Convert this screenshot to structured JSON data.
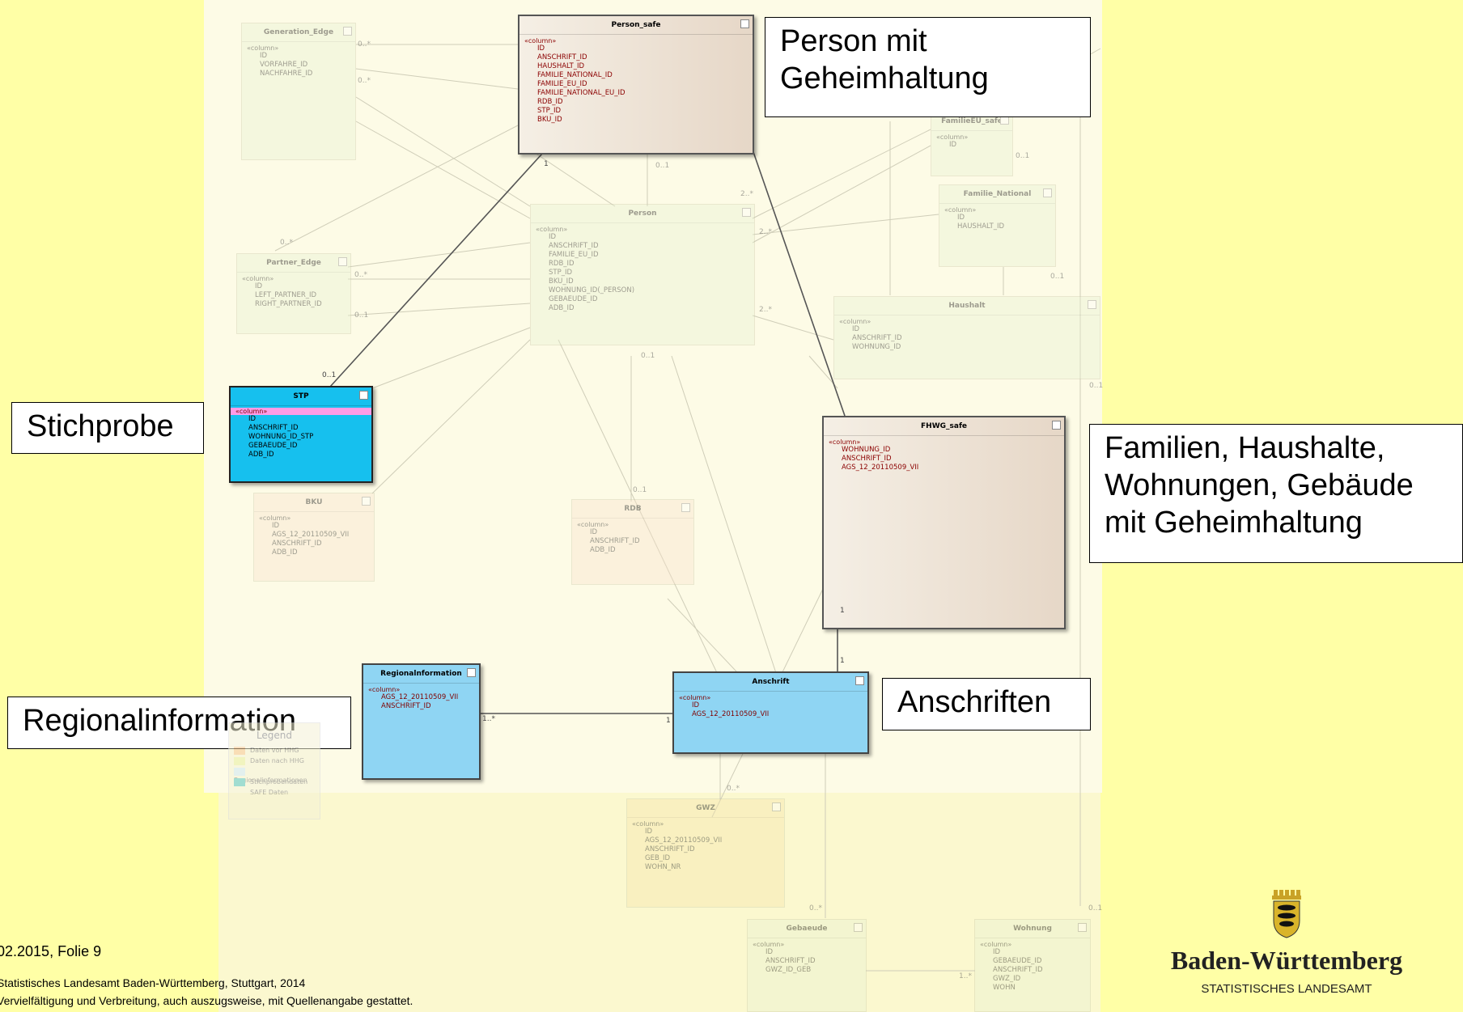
{
  "entities": {
    "generation_edge": {
      "title": "Generation_Edge",
      "stereotype": "«column»",
      "columns": [
        "ID",
        "VORFAHRE_ID",
        "NACHFAHRE_ID"
      ]
    },
    "person_safe": {
      "title": "Person_safe",
      "stereotype": "«column»",
      "columns": [
        "ID",
        "ANSCHRIFT_ID",
        "HAUSHALT_ID",
        "FAMILIE_NATIONAL_ID",
        "FAMILIE_EU_ID",
        "FAMILIE_NATIONAL_EU_ID",
        "RDB_ID",
        "STP_ID",
        "BKU_ID"
      ]
    },
    "familieeu_safe": {
      "title": "FamilieEU_safe",
      "stereotype": "«column»",
      "columns": [
        "ID"
      ]
    },
    "familie_national": {
      "title": "Familie_National",
      "stereotype": "«column»",
      "columns": [
        "ID",
        "HAUSHALT_ID"
      ]
    },
    "person": {
      "title": "Person",
      "stereotype": "«column»",
      "columns": [
        "ID",
        "ANSCHRIFT_ID",
        "FAMILIE_EU_ID",
        "RDB_ID",
        "STP_ID",
        "BKU_ID",
        "WOHNUNG_ID(_PERSON)",
        "GEBAEUDE_ID",
        "ADB_ID"
      ]
    },
    "partner_edge": {
      "title": "Partner_Edge",
      "stereotype": "«column»",
      "columns": [
        "ID",
        "LEFT_PARTNER_ID",
        "RIGHT_PARTNER_ID"
      ]
    },
    "haushalt": {
      "title": "Haushalt",
      "stereotype": "«column»",
      "columns": [
        "ID",
        "ANSCHRIFT_ID",
        "WOHNUNG_ID"
      ]
    },
    "stp": {
      "title": "STP",
      "stereotype": "«column»",
      "columns": [
        "ID",
        "ANSCHRIFT_ID",
        "WOHNUNG_ID_STP",
        "GEBAEUDE_ID",
        "ADB_ID"
      ]
    },
    "fhwg_safe": {
      "title": "FHWG_safe",
      "stereotype": "«column»",
      "columns": [
        "WOHNUNG_ID",
        "ANSCHRIFT_ID",
        "AGS_12_20110509_VII"
      ]
    },
    "bku": {
      "title": "BKU",
      "stereotype": "«column»",
      "columns": [
        "ID",
        "AGS_12_20110509_VII",
        "ANSCHRIFT_ID",
        "ADB_ID"
      ]
    },
    "rdb": {
      "title": "RDB",
      "stereotype": "«column»",
      "columns": [
        "ID",
        "ANSCHRIFT_ID",
        "ADB_ID"
      ]
    },
    "regionalinformation": {
      "title": "Regionalnformation",
      "stereotype": "«column»",
      "columns": [
        "AGS_12_20110509_VII",
        "ANSCHRIFT_ID"
      ]
    },
    "anschrift": {
      "title": "Anschrift",
      "stereotype": "«column»",
      "columns": [
        "ID",
        "AGS_12_20110509_VII"
      ]
    },
    "gwz": {
      "title": "GWZ",
      "stereotype": "«column»",
      "columns": [
        "ID",
        "AGS_12_20110509_VII",
        "ANSCHRIFT_ID",
        "GEB_ID",
        "WOHN_NR"
      ]
    },
    "gebaeude": {
      "title": "Gebaeude",
      "stereotype": "«column»",
      "columns": [
        "ID",
        "ANSCHRIFT_ID",
        "GWZ_ID_GEB"
      ]
    },
    "wohnung": {
      "title": "Wohnung",
      "stereotype": "«column»",
      "columns": [
        "ID",
        "GEBAEUDE_ID",
        "ANSCHRIFT_ID",
        "GWZ_ID",
        "WOHN"
      ]
    }
  },
  "callouts": {
    "person_safe": "Person mit Geheimhaltung",
    "stichprobe": "Stichprobe",
    "fhwg": "Familien, Haushalte, Wohnungen, Gebäude mit Geheimhaltung",
    "anschriften": "Anschriften",
    "regional": "Regionalinformation"
  },
  "multiplicities": {
    "one": "1",
    "zero_one": "0..1",
    "zero_many": "0..*",
    "one_many": "1..*",
    "two_many": "2..*"
  },
  "legend": {
    "title": "Legend",
    "items": [
      {
        "label": "Daten vor HHG",
        "color": "#f7c890"
      },
      {
        "label": "Daten nach HHG",
        "color": "#e9f0a0"
      },
      {
        "label": "Regionalinformationen",
        "color": "#cfe8f5"
      },
      {
        "label": "Stichprobendaten",
        "color": "#56c5c0"
      },
      {
        "label": "SAFE Daten",
        "color": "#f5f2d6"
      }
    ]
  },
  "footer": {
    "slide": "02.2015, Folie 9",
    "copyright": "Statistisches Landesamt Baden-Württemberg, Stuttgart, 2014",
    "notice": "Vervielfältigung und Verbreitung, auch auszugsweise, mit Quellenangabe gestattet."
  },
  "logo": {
    "name": "Baden-Württemberg",
    "subtitle": "STATISTISCHES LANDESAMT"
  }
}
